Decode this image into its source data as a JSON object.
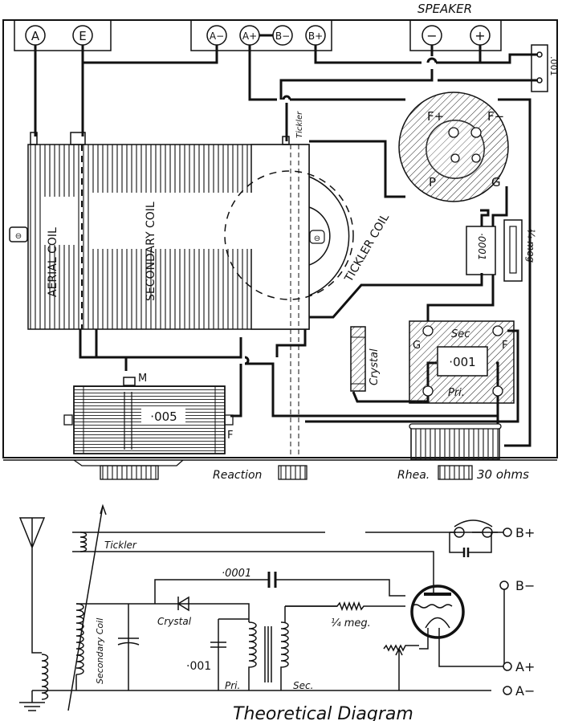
{
  "wiring_diagram": {
    "speaker_label": "SPEAKER",
    "terminals_left": [
      "A",
      "E"
    ],
    "terminals_battery": [
      "A−",
      "A+",
      "B−",
      "B+"
    ],
    "terminals_speaker": [
      "−",
      "+"
    ],
    "bypass_cap": ".001",
    "aerial_coil": "AERIAL COIL",
    "secondary_coil": "SECONDARY COIL",
    "tickler_coil": "TICKLER COIL",
    "tickler_tag": "Tickler",
    "valve_pins": {
      "fplus": "F+",
      "fminus": "F−",
      "p": "P",
      "g": "G"
    },
    "grid_cap": "·0001",
    "grid_leak": "¼ meg",
    "crystal": "Crystal",
    "transformer": {
      "sec": "Sec",
      "pri": "Pri.",
      "g": "G",
      "f": "F",
      "cap": "·001"
    },
    "var_cap": {
      "value": "·005",
      "m": "M",
      "f": "F"
    },
    "knob_reaction": "Reaction",
    "knob_rhea": "Rhea.",
    "rhea_value": "30 ohms"
  },
  "theoretical_diagram": {
    "title": "Theoretical Diagram",
    "tickler": "Tickler",
    "secondary_coil": "Secondary Coil",
    "crystal": "Crystal",
    "grid_cap": "·0001",
    "pri_cap": "·001",
    "pri": "Pri.",
    "sec": "Sec.",
    "grid_leak": "¼ meg.",
    "terminals": [
      "B+",
      "B−",
      "A+",
      "A−"
    ]
  }
}
